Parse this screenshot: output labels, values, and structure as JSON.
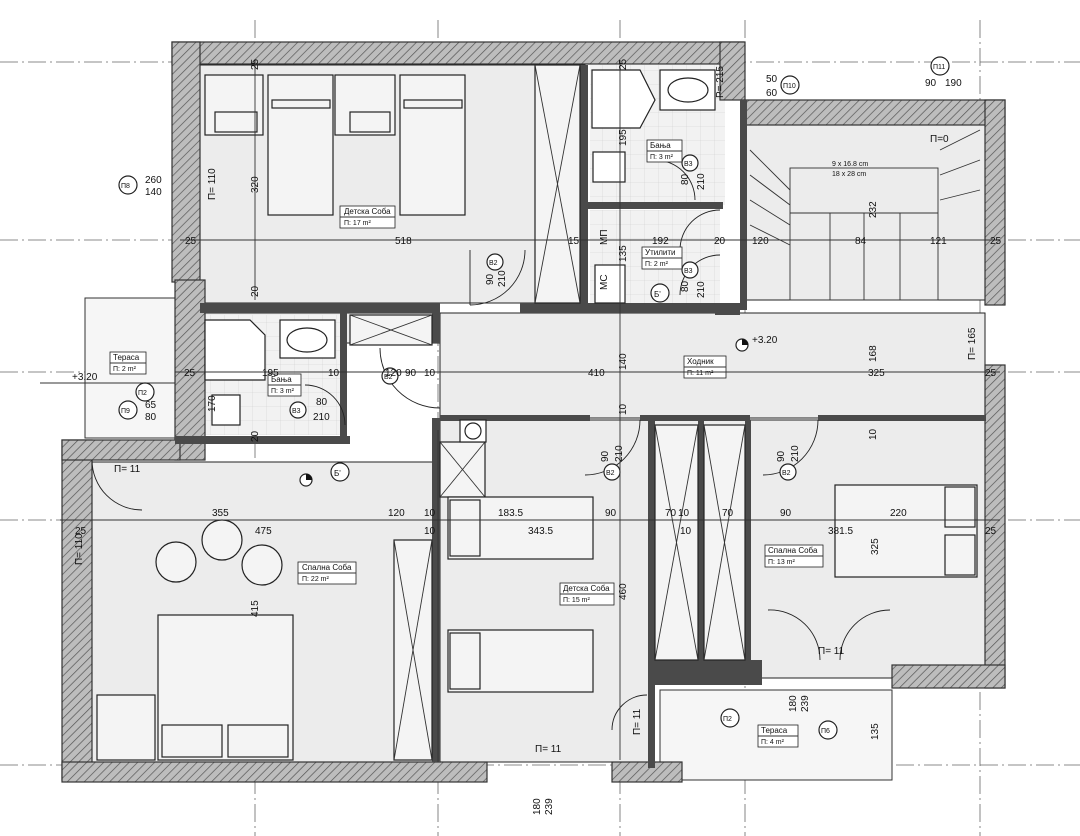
{
  "rooms": [
    {
      "name": "Детска Соба",
      "area": "П: 17 m²"
    },
    {
      "name": "Бања",
      "area": "П: 3 m²"
    },
    {
      "name": "Утилити",
      "area": "П: 2 m²"
    },
    {
      "name": "Тераса",
      "area": "П: 2 m²"
    },
    {
      "name": "Бања",
      "area": "П: 3 m²"
    },
    {
      "name": "Ходник",
      "area": "П: 11 m²"
    },
    {
      "name": "Спална Соба",
      "area": "П: 22 m²"
    },
    {
      "name": "Детска Соба",
      "area": "П: 15 m²"
    },
    {
      "name": "Спална Соба",
      "area": "П: 13 m²"
    },
    {
      "name": "Тераса",
      "area": "П: 4 m²"
    }
  ],
  "levels": [
    "+3.20",
    "+3.20"
  ],
  "window_codes": [
    "П8",
    "П9",
    "П2",
    "П2",
    "П6",
    "П10",
    "П11"
  ],
  "window_dims": [
    [
      "260",
      "140"
    ],
    [
      "65",
      "80"
    ],
    [
      "50",
      "60"
    ],
    [
      "90",
      "190"
    ]
  ],
  "door_codes": [
    "В2",
    "В2",
    "В2",
    "В2",
    "В3",
    "В3",
    "В3"
  ],
  "section_marks": [
    "Б'",
    "Б'"
  ],
  "stair_note": [
    "9 x 16.8 cm",
    "18 x 28 cm"
  ],
  "parapet_labels": [
    "П= 110",
    "П= 11",
    "П= 110",
    "П= 11",
    "П= 11",
    "П= 165",
    "П= 11",
    "П=0",
    "P= 215"
  ],
  "dims_horizontal": [
    "518",
    "15",
    "192",
    "20",
    "120",
    "84",
    "121",
    "25",
    "25",
    "410",
    "325",
    "195",
    "10",
    "120",
    "90",
    "10",
    "355",
    "475",
    "120",
    "10",
    "183.5",
    "343.5",
    "90",
    "70",
    "10",
    "70",
    "90",
    "381.5",
    "220",
    "25",
    "25",
    "25",
    "25",
    "10",
    "10"
  ],
  "dims_vertical": [
    "320",
    "195",
    "135",
    "140",
    "168",
    "170",
    "415",
    "460",
    "325",
    "232",
    "20",
    "20",
    "80",
    "210",
    "90",
    "210",
    "80",
    "210",
    "80",
    "210",
    "10",
    "10",
    "90",
    "210",
    "90",
    "210",
    "180",
    "239",
    "135",
    "180",
    "239",
    "25",
    "25"
  ],
  "labels_misc": [
    "МП",
    "МС"
  ]
}
